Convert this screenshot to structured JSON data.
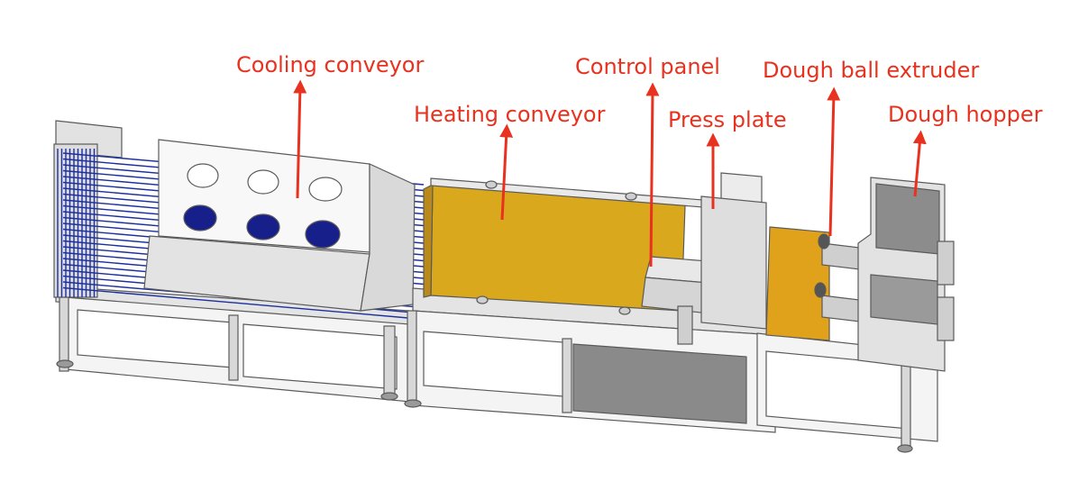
{
  "labels": {
    "cooling_conveyor": "Cooling conveyor",
    "heating_conveyor": "Heating conveyor",
    "control_panel": "Control panel",
    "press_plate": "Press plate",
    "dough_ball_extruder": "Dough ball extruder",
    "dough_hopper": "Dough hopper"
  },
  "colors": {
    "callout": "#e8321f",
    "frame": "#e6e6e6",
    "outline": "#5a5a5a",
    "belt_blue": "#1c2f9e",
    "heating_belt": "#d9a81c",
    "press_belt": "#e0a21a",
    "dark_panel": "#8a8a8a"
  }
}
